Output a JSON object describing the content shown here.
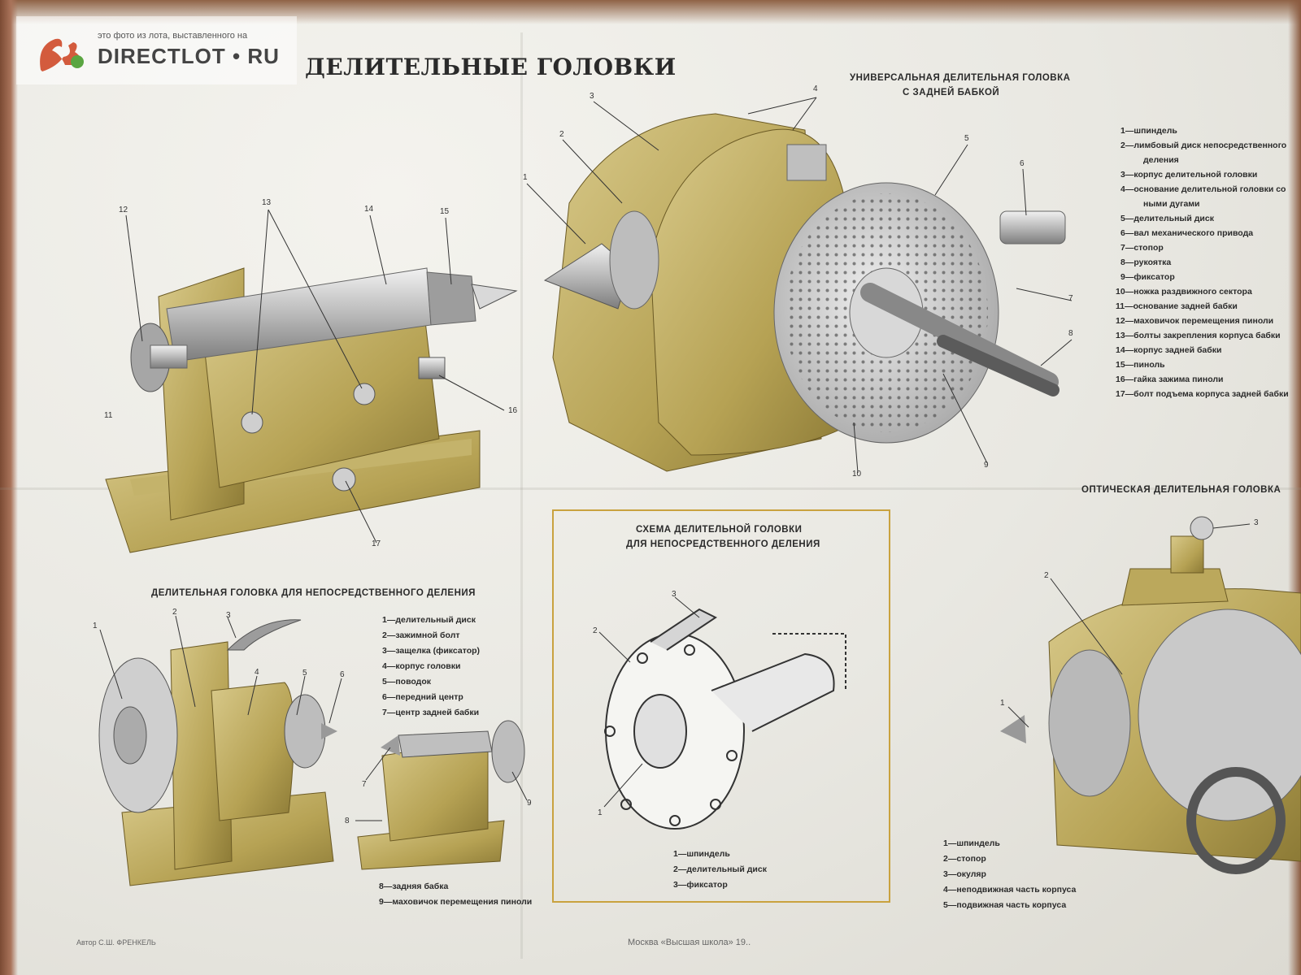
{
  "watermark": {
    "small": "это фото из лота, выставленного на",
    "brand": "DIRECTLOT • RU"
  },
  "titles": {
    "main": "ДЕЛИТЕЛЬНЫЕ ГОЛОВКИ",
    "universal_l1": "УНИВЕРСАЛЬНАЯ ДЕЛИТЕЛЬНАЯ ГОЛОВКА",
    "universal_l2": "С ЗАДНЕЙ БАБКОЙ",
    "direct": "ДЕЛИТЕЛЬНАЯ ГОЛОВКА ДЛЯ НЕПОСРЕДСТВЕННОГО ДЕЛЕНИЯ",
    "scheme_l1": "СХЕМА ДЕЛИТЕЛЬНОЙ ГОЛОВКИ",
    "scheme_l2": "ДЛЯ НЕПОСРЕДСТВЕННОГО ДЕЛЕНИЯ",
    "optical": "ОПТИЧЕСКАЯ ДЕЛИТЕЛЬНАЯ ГОЛОВКА"
  },
  "legend_universal": [
    "1—шпиндель",
    "2—лимбовый диск непосредственного",
    "деления",
    "3—корпус делительной головки",
    "4—основание делительной головки со",
    "ными дугами",
    "5—делительный диск",
    "6—вал механического привода",
    "7—стопор",
    "8—рукоятка",
    "9—фиксатор",
    "10—ножка раздвижного сектора",
    "11—основание задней бабки",
    "12—маховичок перемещения пиноли",
    "13—болты закрепления корпуса бабки",
    "14—корпус задней бабки",
    "15—пиноль",
    "16—гайка зажима пиноли",
    "17—болт подъема корпуса задней бабки"
  ],
  "legend_direct": [
    "1—делительный диск",
    "2—зажимной болт",
    "3—защелка (фиксатор)",
    "4—корпус головки",
    "5—поводок",
    "6—передний центр",
    "7—центр задней бабки"
  ],
  "legend_tail": [
    "8—задняя бабка",
    "9—маховичок перемещения пиноли"
  ],
  "legend_scheme": [
    "1—шпиндель",
    "2—делительный диск",
    "3—фиксатор"
  ],
  "legend_optical": [
    "1—шпиндель",
    "2—стопор",
    "3—окуляр",
    "4—неподвижная часть корпуса",
    "5—подвижная часть корпуса"
  ],
  "callouts_tailstock": [
    "12",
    "13",
    "14",
    "15",
    "11",
    "16",
    "17"
  ],
  "callouts_universal": [
    "3",
    "4",
    "2",
    "1",
    "5",
    "6",
    "7",
    "8",
    "9",
    "10"
  ],
  "callouts_direct": [
    "1",
    "2",
    "3",
    "4",
    "5",
    "6",
    "7",
    "8",
    "9"
  ],
  "callouts_scheme": [
    "3",
    "2",
    "1"
  ],
  "callouts_optical": [
    "3",
    "2",
    "1"
  ],
  "footer": {
    "publisher": "Москва «Высшая школа» 19..",
    "author": "Автор С.Ш. ФРЕНКЕЛЬ"
  }
}
